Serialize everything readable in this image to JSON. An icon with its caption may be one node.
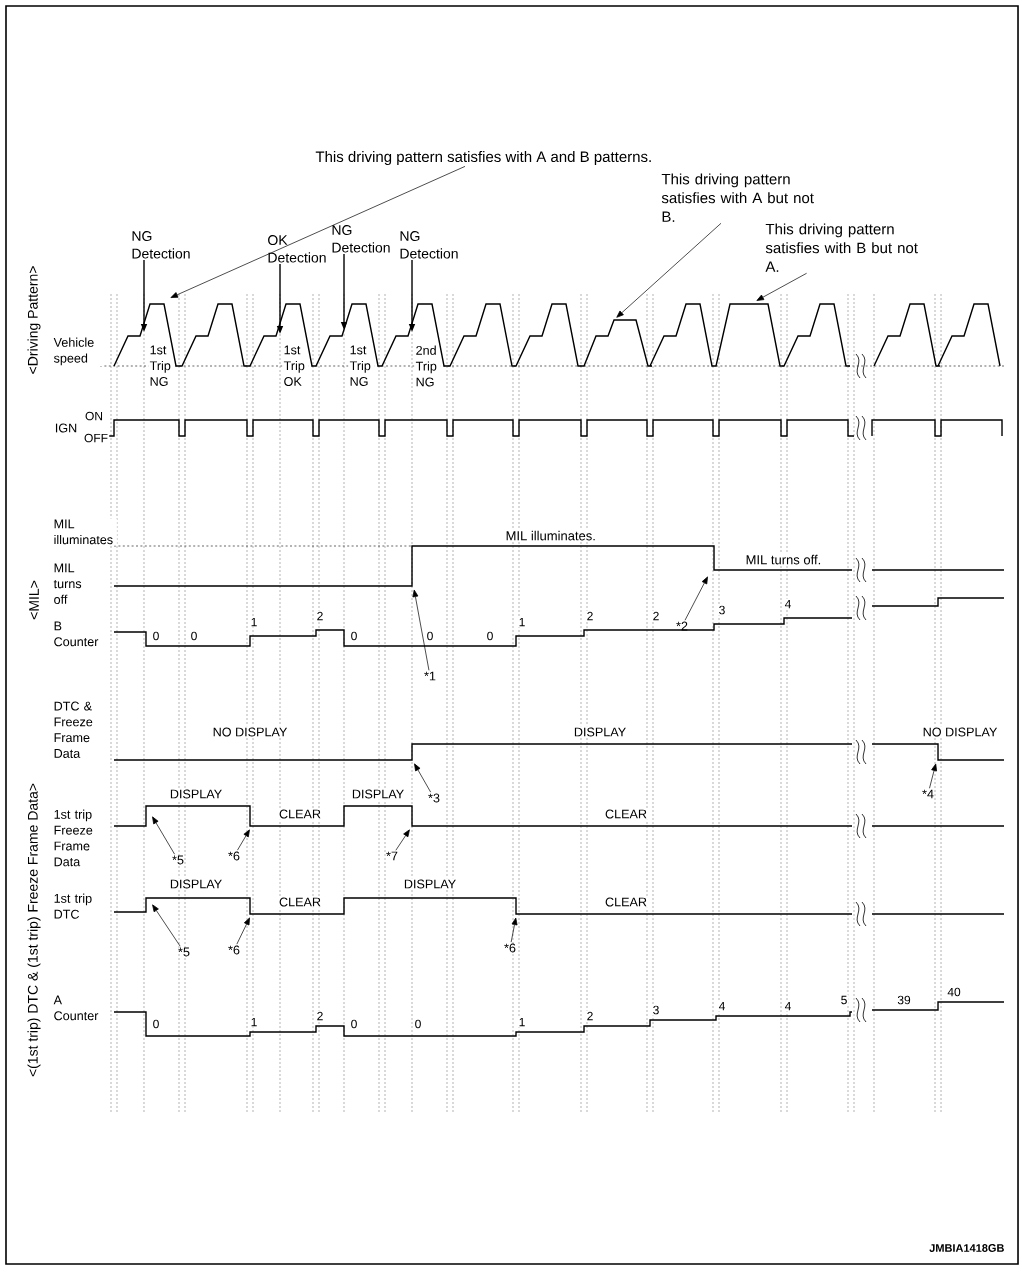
{
  "diagram": {
    "nodes": [
      {
        "text": [
          "This driving pattern satisfies with A and B patterns."
        ]
      },
      {
        "text": [
          "This driving pattern satisfies with A but not B."
        ]
      },
      {
        "text": [
          "This driving pattern satisfies with B but not A."
        ]
      },
      {
        "text": [
          "NG Detection"
        ]
      },
      {
        "text": [
          "OK Detection"
        ]
      },
      {
        "text": [
          "NG Detection"
        ]
      },
      {
        "text": [
          "NG Detection"
        ]
      },
      {
        "text": [
          "*1"
        ]
      },
      {
        "text": [
          "*2"
        ]
      },
      {
        "text": [
          "*3"
        ]
      },
      {
        "text": [
          "*4"
        ]
      },
      {
        "text": [
          "*5"
        ]
      },
      {
        "text": [
          "*6"
        ]
      },
      {
        "text": [
          "*7"
        ]
      },
      {
        "text": [
          "*5"
        ]
      },
      {
        "text": [
          "*6"
        ]
      },
      {
        "text": [
          "*6"
        ]
      },
      {
        "text": [],
        "shape": "line"
      },
      {
        "text": [],
        "shape": "line"
      },
      {
        "text": [],
        "shape": "line"
      },
      {
        "text": [],
        "shape": "line"
      },
      {
        "text": [],
        "shape": "line"
      }
    ],
    "edges": [
      {
        "from": 0,
        "to": 17,
        "arrow": "to"
      },
      {
        "from": 1,
        "to": 17,
        "arrow": "to"
      },
      {
        "from": 2,
        "to": 17,
        "arrow": "to"
      },
      {
        "from": 3,
        "to": 17,
        "arrow": "to"
      },
      {
        "from": 4,
        "to": 17,
        "arrow": "to"
      },
      {
        "from": 5,
        "to": 17,
        "arrow": "to"
      },
      {
        "from": 6,
        "to": 17,
        "arrow": "to"
      },
      {
        "from": 7,
        "to": 18,
        "arrow": "to"
      },
      {
        "from": 8,
        "to": 18,
        "arrow": "to"
      },
      {
        "from": 9,
        "to": 19,
        "arrow": "to"
      },
      {
        "from": 10,
        "to": 19,
        "arrow": "to"
      },
      {
        "from": 11,
        "to": 20,
        "arrow": "to"
      },
      {
        "from": 12,
        "to": 20,
        "arrow": "to"
      },
      {
        "from": 13,
        "to": 20,
        "arrow": "to"
      },
      {
        "from": 14,
        "to": 21,
        "arrow": "to"
      },
      {
        "from": 15,
        "to": 21,
        "arrow": "to"
      },
      {
        "from": 16,
        "to": 21,
        "arrow": "to"
      }
    ],
    "labels": [
      "<Driving Pattern>",
      "Vehicle speed",
      "1st Trip NG",
      "1st Trip OK",
      "1st Trip NG",
      "2nd Trip NG",
      "IGN",
      "ON",
      "OFF",
      "<MIL>",
      "MIL illuminates",
      "MIL illuminates.",
      "MIL turns off",
      "MIL turns off.",
      "B Counter",
      "0",
      "0",
      "1",
      "2",
      "0",
      "0",
      "0",
      "1",
      "2",
      "2",
      "3",
      "4",
      "<(1st trip) DTC & (1st trip) Freeze Frame Data>",
      "DTC & Freeze Frame Data",
      "NO DISPLAY",
      "DISPLAY",
      "NO DISPLAY",
      "1st trip Freeze Frame Data",
      "DISPLAY",
      "CLEAR",
      "DISPLAY",
      "CLEAR",
      "1st trip DTC",
      "DISPLAY",
      "CLEAR",
      "DISPLAY",
      "CLEAR",
      "A Counter",
      "0",
      "1",
      "2",
      "0",
      "0",
      "1",
      "2",
      "3",
      "4",
      "4",
      "5",
      "39",
      "40",
      "JMBIA1418GB"
    ]
  }
}
